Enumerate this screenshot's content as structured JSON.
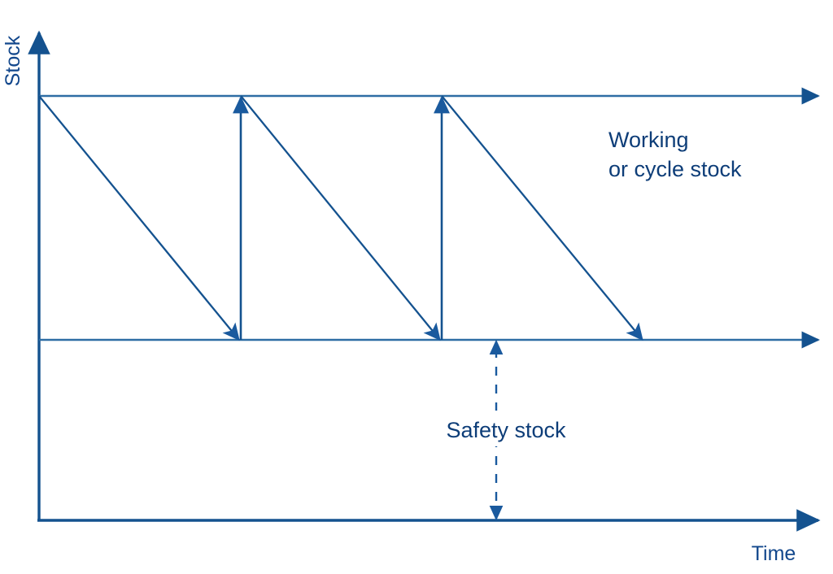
{
  "chart_data": {
    "type": "line",
    "title": "",
    "xlabel": "Time",
    "ylabel": "Stock",
    "description": "Sawtooth inventory profile showing working (cycle) stock depleting from maximum level down to the safety stock level, with instantaneous replenishments.",
    "axis_ranges": {
      "x": [
        0,
        1
      ],
      "y": [
        0,
        1
      ]
    },
    "grid": false,
    "legend_position": "none",
    "levels": [
      {
        "name": "maximum-stock-level",
        "label": "",
        "y_value": 1.0,
        "style": "solid"
      },
      {
        "name": "safety-stock-level",
        "label": "",
        "y_value": 0.42,
        "style": "solid"
      },
      {
        "name": "zero-level",
        "label": "",
        "y_value": 0.0,
        "style": "solid"
      }
    ],
    "series": [
      {
        "name": "consumption-1",
        "type": "depletion",
        "x": [
          0.0,
          0.255
        ],
        "y": [
          1.0,
          0.42
        ]
      },
      {
        "name": "replenishment-1",
        "type": "replenishment",
        "x": [
          0.255,
          0.255
        ],
        "y": [
          0.42,
          1.0
        ]
      },
      {
        "name": "consumption-2",
        "type": "depletion",
        "x": [
          0.255,
          0.53
        ],
        "y": [
          1.0,
          0.42
        ]
      },
      {
        "name": "replenishment-2",
        "type": "replenishment",
        "x": [
          0.53,
          0.53
        ],
        "y": [
          0.42,
          1.0
        ]
      },
      {
        "name": "consumption-3",
        "type": "depletion",
        "x": [
          0.53,
          0.78
        ],
        "y": [
          1.0,
          0.42
        ]
      }
    ],
    "annotations": [
      {
        "name": "working-or-cycle-stock",
        "text": "Working\nor cycle stock",
        "x": 0.73,
        "y": 0.78
      },
      {
        "name": "safety-stock",
        "text": "Safety stock",
        "x": 0.58,
        "y": 0.21
      }
    ],
    "measures": [
      {
        "name": "safety-stock-extent",
        "label": "Safety stock",
        "style": "dashed-double-arrow",
        "x": 0.585,
        "y_from": 0.0,
        "y_to": 0.42
      }
    ]
  },
  "axes": {
    "y_axis_label": "Stock",
    "x_axis_label": "Time"
  },
  "annotations": {
    "working_stock_line1": "Working",
    "working_stock_line2": "or cycle stock",
    "safety_stock": "Safety stock"
  },
  "colors": {
    "line_light": "#2e6da4",
    "line_dark": "#14528f",
    "arrow_fill": "#1a5a9e",
    "text": "#0d3d78",
    "axis_label_text": "#12478c",
    "background": "#ffffff"
  }
}
